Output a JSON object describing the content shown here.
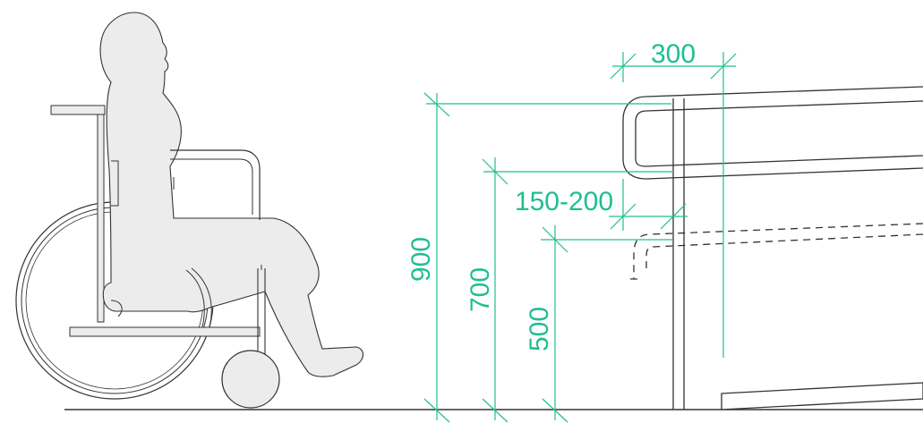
{
  "colors": {
    "dimension": "#1fbf8f",
    "outline": "#333333",
    "figure_fill": "#ececec",
    "background": "#ffffff"
  },
  "dimensions": {
    "handrail_width": "300",
    "handrail_clearance": "150-200",
    "height_upper": "900",
    "height_middle": "700",
    "height_lower": "500"
  }
}
